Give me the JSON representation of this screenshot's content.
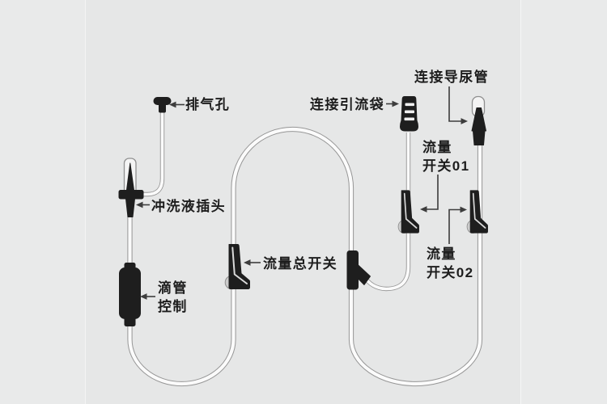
{
  "labels": {
    "vent": "排气孔",
    "spike": "冲洗液插头",
    "drip": [
      "滴管",
      "控制"
    ],
    "main_switch": "流量总开关",
    "drain_bag": "连接引流袋",
    "catheter": "连接导尿管",
    "switch01": [
      "流量",
      "开关01"
    ],
    "switch02": [
      "流量",
      "开关02"
    ]
  },
  "colors": {
    "background_outer": "#e9eaea",
    "background_inner": "#e6e7e7",
    "part_black": "#1e1e1e",
    "tube_edge": "#969696",
    "tube_fill": "#fbfbfb",
    "label_text": "#1d1d1d",
    "leader": "#3d3d3d",
    "roller": "#cccccc"
  }
}
